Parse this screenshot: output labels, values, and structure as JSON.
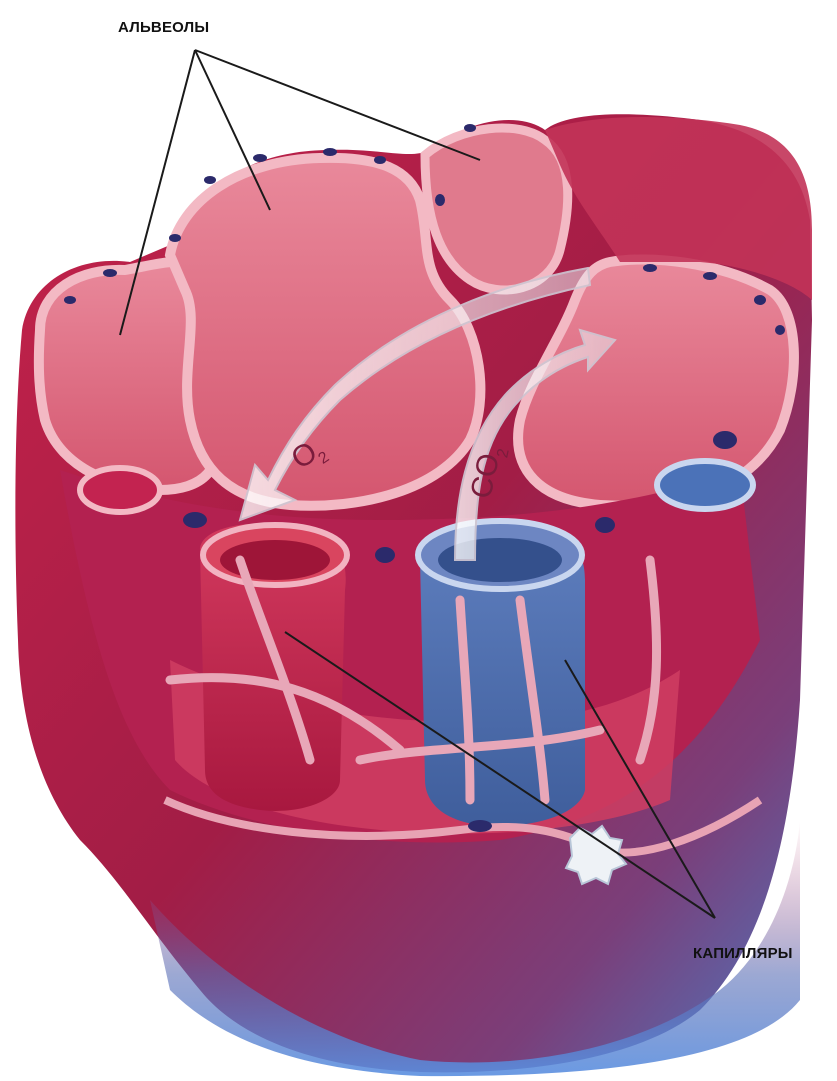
{
  "labels": {
    "alveoli": "АЛЬВЕОЛЫ",
    "capillaries": "КАПИЛЛЯРЫ"
  },
  "gases": {
    "oxygen": "O",
    "oxygen_sub": "2",
    "carbon_dioxide": "CO",
    "carbon_dioxide_sub": "2"
  },
  "colors": {
    "alveolar_tissue": "#d9546f",
    "alveolar_inner": "#e07a8d",
    "arterial_blood": "#c8234c",
    "venous_blood": "#4a6fb0",
    "arrow_fill": "#e8e4ea",
    "leader_line": "#1a1a1a"
  }
}
